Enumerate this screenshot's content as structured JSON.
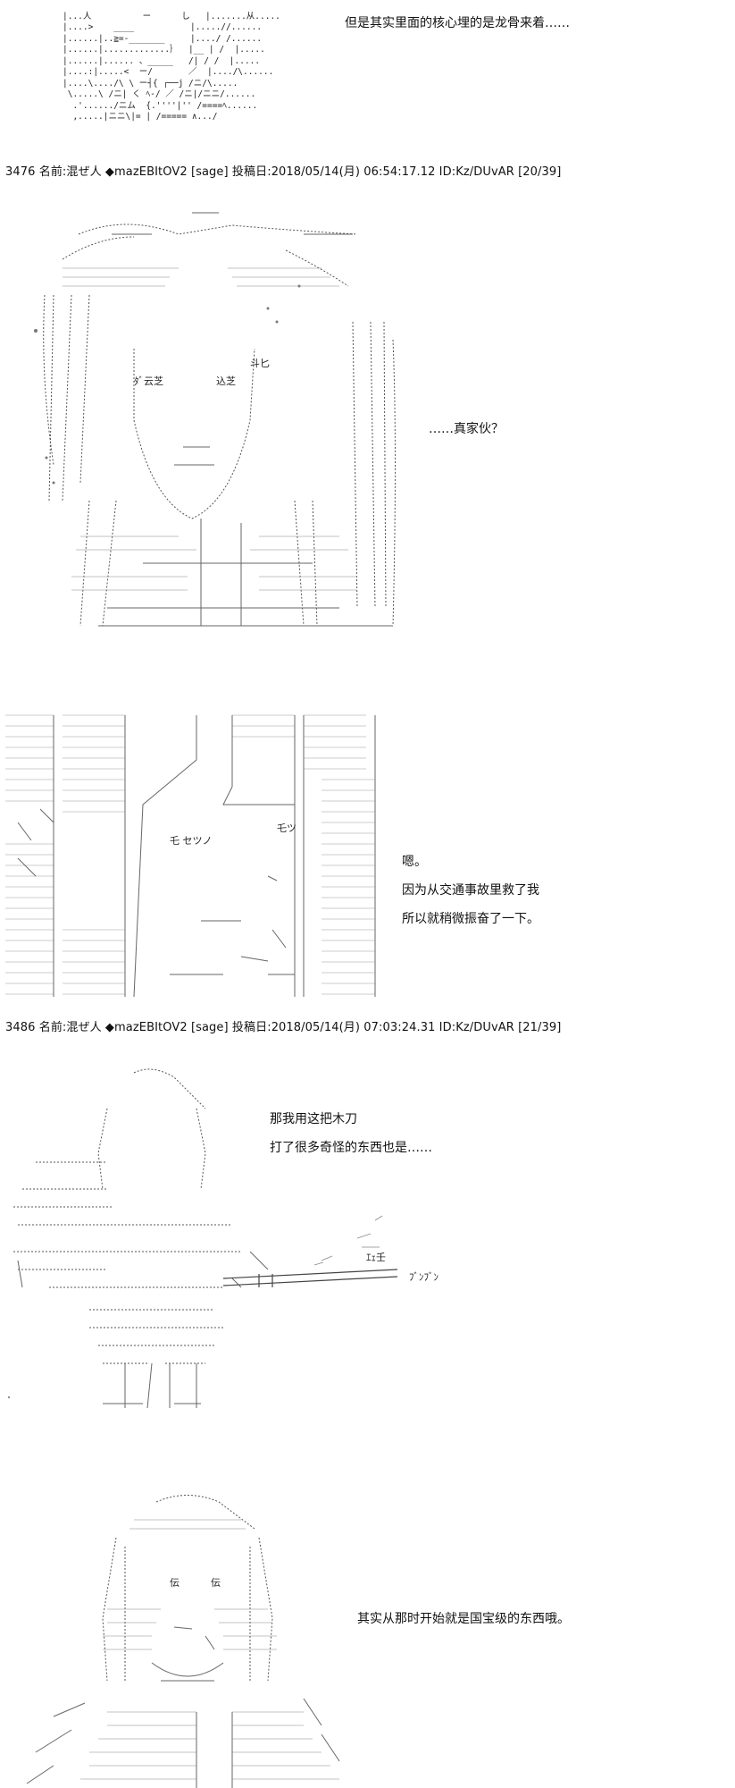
{
  "posts": [
    {
      "header": "3476 名前:混ぜ人 ◆mazEBItOV2 [sage] 投稿日:2018/05/14(月) 06:54:17.12 ID:Kz/DUvAR [20/39]"
    },
    {
      "header": "3486 名前:混ぜ人 ◆mazEBItOV2 [sage] 投稿日:2018/05/14(月) 07:03:24.31 ID:Kz/DUvAR [21/39]"
    }
  ],
  "dialogue": {
    "panel0": [
      "但是其实里面的核心埋的是龙骨来着……"
    ],
    "panel1": [
      "……真家伙？"
    ],
    "panel2": [
      "嗯。",
      "因为从交通事故里救了我",
      "所以就稍微振奋了一下。"
    ],
    "panel3": [
      "那我用这把木刀",
      "打了很多奇怪的东西也是……"
    ],
    "panel4": [
      "其实从那时开始就是国宝级的东西哦。"
    ]
  },
  "art_text": {
    "panel1_tags": [
      "ﾀﾞ云芝",
      "込芝",
      "斗匕"
    ],
    "panel2_tags": [
      "乇 セツノ",
      "乇ツ"
    ],
    "panel3_sfx": [
      "ﾌﾞﾝﾌﾞﾝ",
      "ｴｪ壬"
    ],
    "panel4_tags": [
      "伝",
      "伝"
    ]
  }
}
